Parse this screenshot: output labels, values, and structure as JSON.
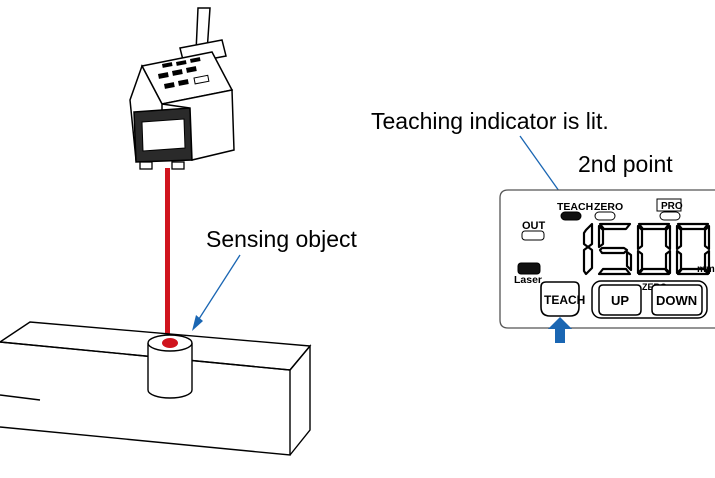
{
  "callouts": {
    "teaching_indicator": "Teaching indicator is lit.",
    "second_point": "2nd point",
    "sensing_object": "Sensing object"
  },
  "panel": {
    "indicators": {
      "teach": "TEACH",
      "zero": "ZERO",
      "pro": "PRO",
      "out": "OUT",
      "laser": "Laser"
    },
    "display": {
      "value": "1500",
      "unit": "mm"
    },
    "buttons": {
      "teach": "TEACH",
      "up": "UP",
      "zero_small": "ZERO",
      "down": "DOWN"
    }
  },
  "colors": {
    "laser_beam": "#d0141e",
    "callout_line": "#1a66b3",
    "arrow": "#1a66b3",
    "outline": "#000000",
    "panel_border": "#555555"
  }
}
